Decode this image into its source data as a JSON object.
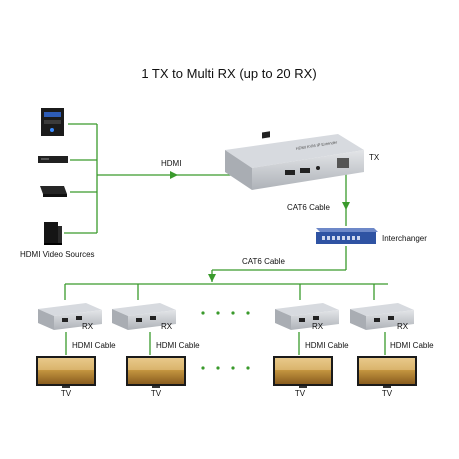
{
  "title": "1 TX to Multi RX (up to 20 RX)",
  "labels": {
    "hdmi": "HDMI",
    "tx": "TX",
    "cat6_top": "CAT6 Cable",
    "interchanger": "Interchanger",
    "cat6_bottom": "CAT6 Cable",
    "sources": "HDMI Video Sources"
  },
  "receivers": [
    {
      "rx": "RX",
      "cable": "HDMI Cable",
      "tv": "TV"
    },
    {
      "rx": "RX",
      "cable": "HDMI Cable",
      "tv": "TV"
    },
    {
      "rx": "RX",
      "cable": "HDMI Cable",
      "tv": "TV"
    },
    {
      "rx": "RX",
      "cable": "HDMI Cable",
      "tv": "TV"
    }
  ],
  "colors": {
    "line": "#3a9a2c",
    "device": "#c9ccd1",
    "switch": "#2f53a3"
  }
}
